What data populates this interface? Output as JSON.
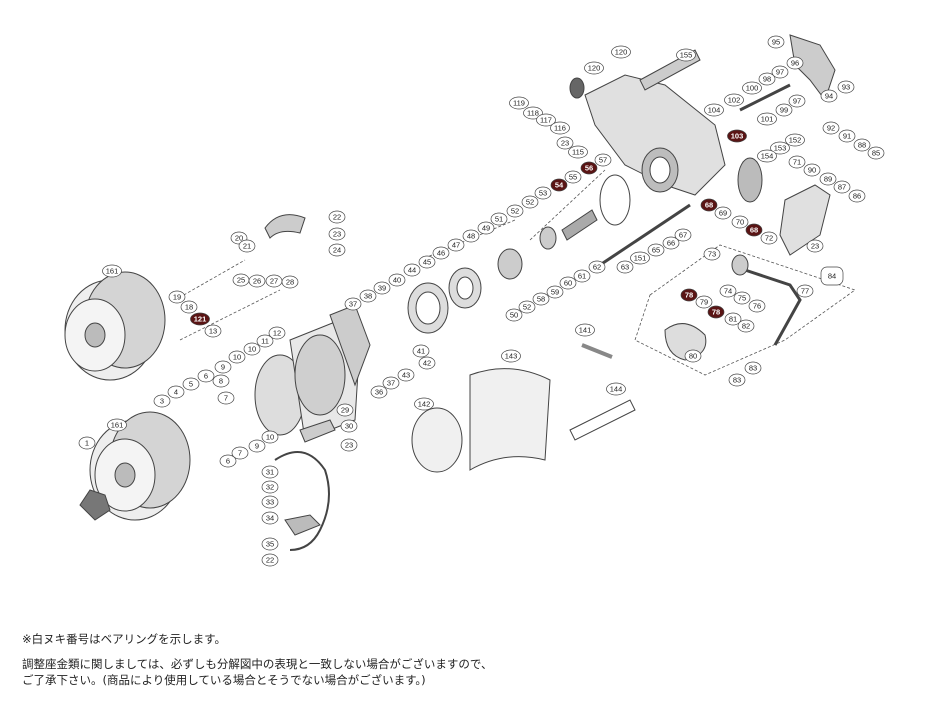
{
  "diagram": {
    "title": "Spinning reel exploded parts diagram",
    "colors": {
      "line": "#444444",
      "part": "#d9d9d9",
      "bearing_fill": "#5a1414",
      "bubble": "#ffffff",
      "accent_red": "#c0392b"
    },
    "callouts": [
      {
        "n": "95",
        "t": "n"
      },
      {
        "n": "120",
        "t": "n"
      },
      {
        "n": "120",
        "t": "n"
      },
      {
        "n": "155",
        "t": "n"
      },
      {
        "n": "119",
        "t": "n"
      },
      {
        "n": "118",
        "t": "n"
      },
      {
        "n": "117",
        "t": "n"
      },
      {
        "n": "116",
        "t": "n"
      },
      {
        "n": "115",
        "t": "n"
      },
      {
        "n": "23",
        "t": "n"
      },
      {
        "n": "96",
        "t": "n"
      },
      {
        "n": "98",
        "t": "n"
      },
      {
        "n": "97",
        "t": "n"
      },
      {
        "n": "97",
        "t": "n"
      },
      {
        "n": "100",
        "t": "n"
      },
      {
        "n": "99",
        "t": "n"
      },
      {
        "n": "93",
        "t": "n"
      },
      {
        "n": "94",
        "t": "n"
      },
      {
        "n": "102",
        "t": "n"
      },
      {
        "n": "104",
        "t": "n"
      },
      {
        "n": "103",
        "t": "b"
      },
      {
        "n": "101",
        "t": "n"
      },
      {
        "n": "152",
        "t": "n"
      },
      {
        "n": "153",
        "t": "n"
      },
      {
        "n": "154",
        "t": "n"
      },
      {
        "n": "92",
        "t": "n"
      },
      {
        "n": "91",
        "t": "n"
      },
      {
        "n": "88",
        "t": "n"
      },
      {
        "n": "85",
        "t": "n"
      },
      {
        "n": "71",
        "t": "n"
      },
      {
        "n": "90",
        "t": "n"
      },
      {
        "n": "89",
        "t": "n"
      },
      {
        "n": "87",
        "t": "n"
      },
      {
        "n": "86",
        "t": "n"
      },
      {
        "n": "57",
        "t": "n"
      },
      {
        "n": "55",
        "t": "n"
      },
      {
        "n": "56",
        "t": "b"
      },
      {
        "n": "54",
        "t": "b"
      },
      {
        "n": "53",
        "t": "n"
      },
      {
        "n": "52",
        "t": "n"
      },
      {
        "n": "52",
        "t": "n"
      },
      {
        "n": "51",
        "t": "n"
      },
      {
        "n": "49",
        "t": "n"
      },
      {
        "n": "48",
        "t": "n"
      },
      {
        "n": "47",
        "t": "n"
      },
      {
        "n": "46",
        "t": "n"
      },
      {
        "n": "45",
        "t": "n"
      },
      {
        "n": "44",
        "t": "n"
      },
      {
        "n": "68",
        "t": "b"
      },
      {
        "n": "69",
        "t": "n"
      },
      {
        "n": "70",
        "t": "n"
      },
      {
        "n": "68",
        "t": "b"
      },
      {
        "n": "72",
        "t": "n"
      },
      {
        "n": "23",
        "t": "n"
      },
      {
        "n": "67",
        "t": "n"
      },
      {
        "n": "66",
        "t": "n"
      },
      {
        "n": "65",
        "t": "n"
      },
      {
        "n": "151",
        "t": "n"
      },
      {
        "n": "63",
        "t": "n"
      },
      {
        "n": "62",
        "t": "n"
      },
      {
        "n": "61",
        "t": "n"
      },
      {
        "n": "60",
        "t": "n"
      },
      {
        "n": "59",
        "t": "n"
      },
      {
        "n": "58",
        "t": "n"
      },
      {
        "n": "52",
        "t": "n"
      },
      {
        "n": "50",
        "t": "n"
      },
      {
        "n": "84",
        "t": "box"
      },
      {
        "n": "73",
        "t": "n"
      },
      {
        "n": "74",
        "t": "n"
      },
      {
        "n": "75",
        "t": "n"
      },
      {
        "n": "76",
        "t": "n"
      },
      {
        "n": "77",
        "t": "n"
      },
      {
        "n": "78",
        "t": "b"
      },
      {
        "n": "79",
        "t": "n"
      },
      {
        "n": "78",
        "t": "b"
      },
      {
        "n": "81",
        "t": "n"
      },
      {
        "n": "82",
        "t": "n"
      },
      {
        "n": "80",
        "t": "n"
      },
      {
        "n": "83",
        "t": "n"
      },
      {
        "n": "83",
        "t": "n"
      },
      {
        "n": "22",
        "t": "n"
      },
      {
        "n": "23",
        "t": "n"
      },
      {
        "n": "24",
        "t": "n"
      },
      {
        "n": "20",
        "t": "n"
      },
      {
        "n": "21",
        "t": "n"
      },
      {
        "n": "25",
        "t": "n"
      },
      {
        "n": "26",
        "t": "n"
      },
      {
        "n": "27",
        "t": "n"
      },
      {
        "n": "28",
        "t": "n"
      },
      {
        "n": "19",
        "t": "n"
      },
      {
        "n": "18",
        "t": "n"
      },
      {
        "n": "121",
        "t": "b"
      },
      {
        "n": "13",
        "t": "n"
      },
      {
        "n": "161",
        "t": "n"
      },
      {
        "n": "12",
        "t": "n"
      },
      {
        "n": "11",
        "t": "n"
      },
      {
        "n": "10",
        "t": "n"
      },
      {
        "n": "10",
        "t": "n"
      },
      {
        "n": "9",
        "t": "n"
      },
      {
        "n": "8",
        "t": "n"
      },
      {
        "n": "6",
        "t": "n"
      },
      {
        "n": "5",
        "t": "n"
      },
      {
        "n": "4",
        "t": "n"
      },
      {
        "n": "3",
        "t": "n"
      },
      {
        "n": "7",
        "t": "n"
      },
      {
        "n": "6",
        "t": "n"
      },
      {
        "n": "9",
        "t": "n"
      },
      {
        "n": "10",
        "t": "n"
      },
      {
        "n": "1",
        "t": "n"
      },
      {
        "n": "161",
        "t": "n"
      },
      {
        "n": "37",
        "t": "n"
      },
      {
        "n": "38",
        "t": "n"
      },
      {
        "n": "39",
        "t": "n"
      },
      {
        "n": "40",
        "t": "n"
      },
      {
        "n": "41",
        "t": "n"
      },
      {
        "n": "42",
        "t": "n"
      },
      {
        "n": "43",
        "t": "n"
      },
      {
        "n": "36",
        "t": "n"
      },
      {
        "n": "37",
        "t": "n"
      },
      {
        "n": "29",
        "t": "n"
      },
      {
        "n": "30",
        "t": "n"
      },
      {
        "n": "23",
        "t": "n"
      },
      {
        "n": "31",
        "t": "n"
      },
      {
        "n": "32",
        "t": "n"
      },
      {
        "n": "33",
        "t": "n"
      },
      {
        "n": "34",
        "t": "n"
      },
      {
        "n": "35",
        "t": "n"
      },
      {
        "n": "22",
        "t": "n"
      },
      {
        "n": "141",
        "t": "n"
      },
      {
        "n": "143",
        "t": "n"
      },
      {
        "n": "142",
        "t": "n"
      },
      {
        "n": "144",
        "t": "n"
      },
      {
        "n": "7",
        "t": "n"
      }
    ]
  },
  "notes": {
    "bearing_note": "※白ヌキ番号はベアリングを示します。",
    "washer_note_1": "調整座金類に関しましては、必ずしも分解図中の表現と一致しない場合がございますので、",
    "washer_note_2": "ご了承下さい。(商品により使用している場合とそうでない場合がございます。)"
  }
}
